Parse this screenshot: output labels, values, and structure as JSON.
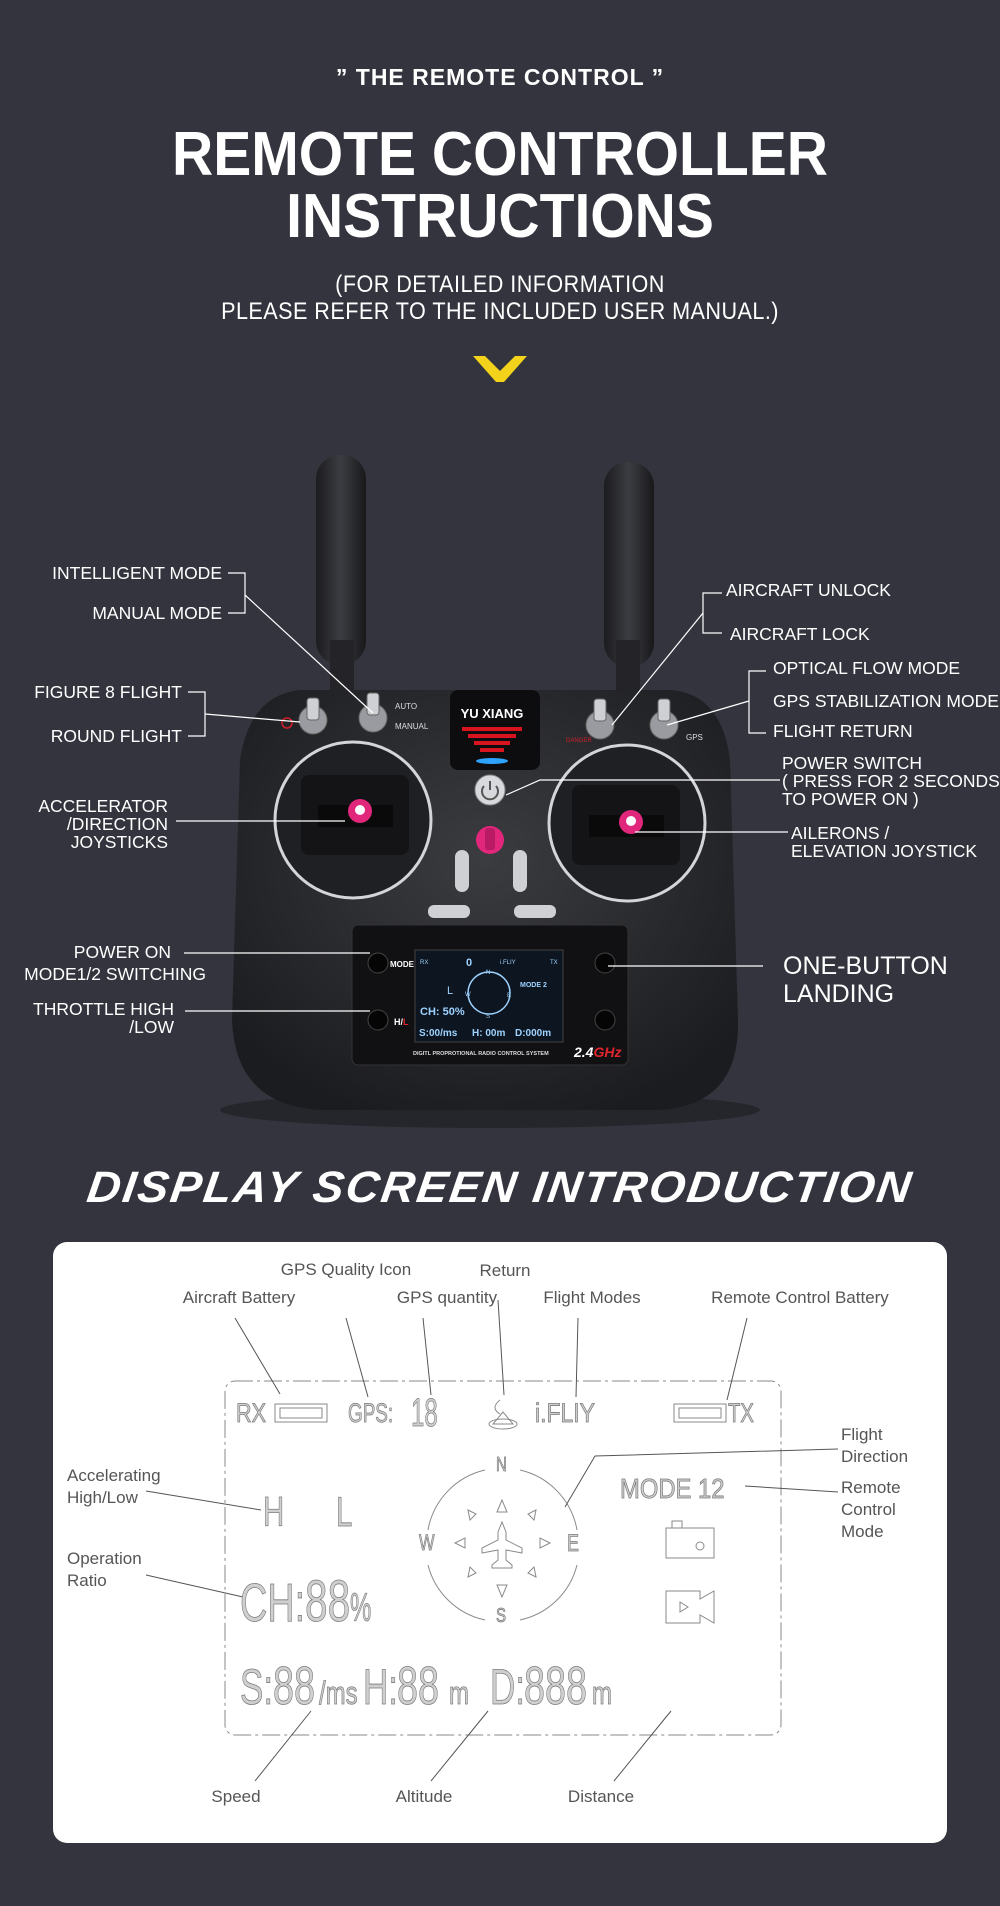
{
  "header": {
    "kicker": "” THE REMOTE CONTROL ”",
    "title_line1": "REMOTE CONTROLLER",
    "title_line2": "INSTRUCTIONS",
    "note_line1": "(FOR DETAILED INFORMATION",
    "note_line2": "PLEASE REFER TO THE INCLUDED USER MANUAL.)",
    "chevron_icon": "chevron-down-icon",
    "accent_color": "#f2d21b"
  },
  "controller": {
    "brand": "YU XIANG",
    "switch_labels": {
      "auto": "AUTO",
      "manual": "MANUAL",
      "danger": "DANGER",
      "gps": "GPS"
    },
    "button_labels": {
      "mode": "MODE",
      "hl_h": "H/",
      "hl_l": "L"
    },
    "screen": {
      "rx": "RX",
      "gps_count": "0",
      "flight_mode": "i.FLIY",
      "tx": "TX",
      "mode": "MODE  2",
      "hl": "L",
      "ch": "CH: 50%",
      "speed": "S:00/ms",
      "height": "H: 00m",
      "distance": "D:000m",
      "compass": {
        "n": "N",
        "s": "S",
        "e": "E",
        "w": "W"
      }
    },
    "footer": "DIGITL PROPROTIONAL RADIO CONTROL SYSTEM",
    "band_number": "2.4",
    "band_unit": "GHz"
  },
  "callouts": {
    "left": {
      "intelligent_mode": "INTELLIGENT MODE",
      "manual_mode": "MANUAL MODE",
      "figure8": "FIGURE 8 FLIGHT",
      "round": "ROUND FLIGHT",
      "accelerator": [
        "ACCELERATOR",
        "/DIRECTION",
        "JOYSTICKS"
      ],
      "power_on": [
        "POWER ON",
        "MODE1/2 SWITCHING"
      ],
      "throttle": [
        "THROTTLE HIGH",
        "/LOW"
      ]
    },
    "right": {
      "unlock": "AIRCRAFT UNLOCK",
      "lock": "AIRCRAFT LOCK",
      "optical": "OPTICAL FLOW MODE",
      "gps": "GPS STABILIZATION MODE",
      "return": "FLIGHT RETURN",
      "power_switch": [
        "POWER SWITCH",
        " ( PRESS FOR 2 SECONDS",
        "TO POWER ON )"
      ],
      "ailerons": [
        "AILERONS /",
        "ELEVATION JOYSTICK"
      ],
      "landing": [
        "ONE-BUTTON",
        "LANDING"
      ]
    }
  },
  "display": {
    "title": "DISPLAY SCREEN INTRODUCTION",
    "labels": {
      "gps_quality": "GPS Quality Icon",
      "return": "Return",
      "aircraft_battery": "Aircraft Battery",
      "gps_quantity": "GPS quantity",
      "flight_modes": "Flight Modes",
      "rc_battery": "Remote Control Battery",
      "flight_direction": [
        "Flight",
        "Direction"
      ],
      "rc_mode": [
        "Remote",
        "Control",
        "Mode"
      ],
      "accel": [
        "Accelerating",
        "High/Low"
      ],
      "op_ratio": [
        "Operation",
        "Ratio"
      ],
      "speed": "Speed",
      "altitude": "Altitude",
      "distance": "Distance"
    },
    "lcd": {
      "rx": "RX",
      "gps": "GPS:",
      "gps_digits": "18",
      "flight_mode": "i.FLIY",
      "tx": "TX",
      "mode": "MODE 12",
      "h": "H",
      "l": "L",
      "ch": "CH:",
      "ch_digits": "88",
      "pct": "%",
      "s": "S:",
      "s_digits": "88",
      "s_unit": "/ms",
      "hh": "H:",
      "h_digits": "88",
      "h_unit": "m",
      "d": "D:",
      "d_digits": "888",
      "d_unit": "m",
      "compass": {
        "n": "N",
        "s": "S",
        "e": "E",
        "w": "W"
      }
    }
  }
}
